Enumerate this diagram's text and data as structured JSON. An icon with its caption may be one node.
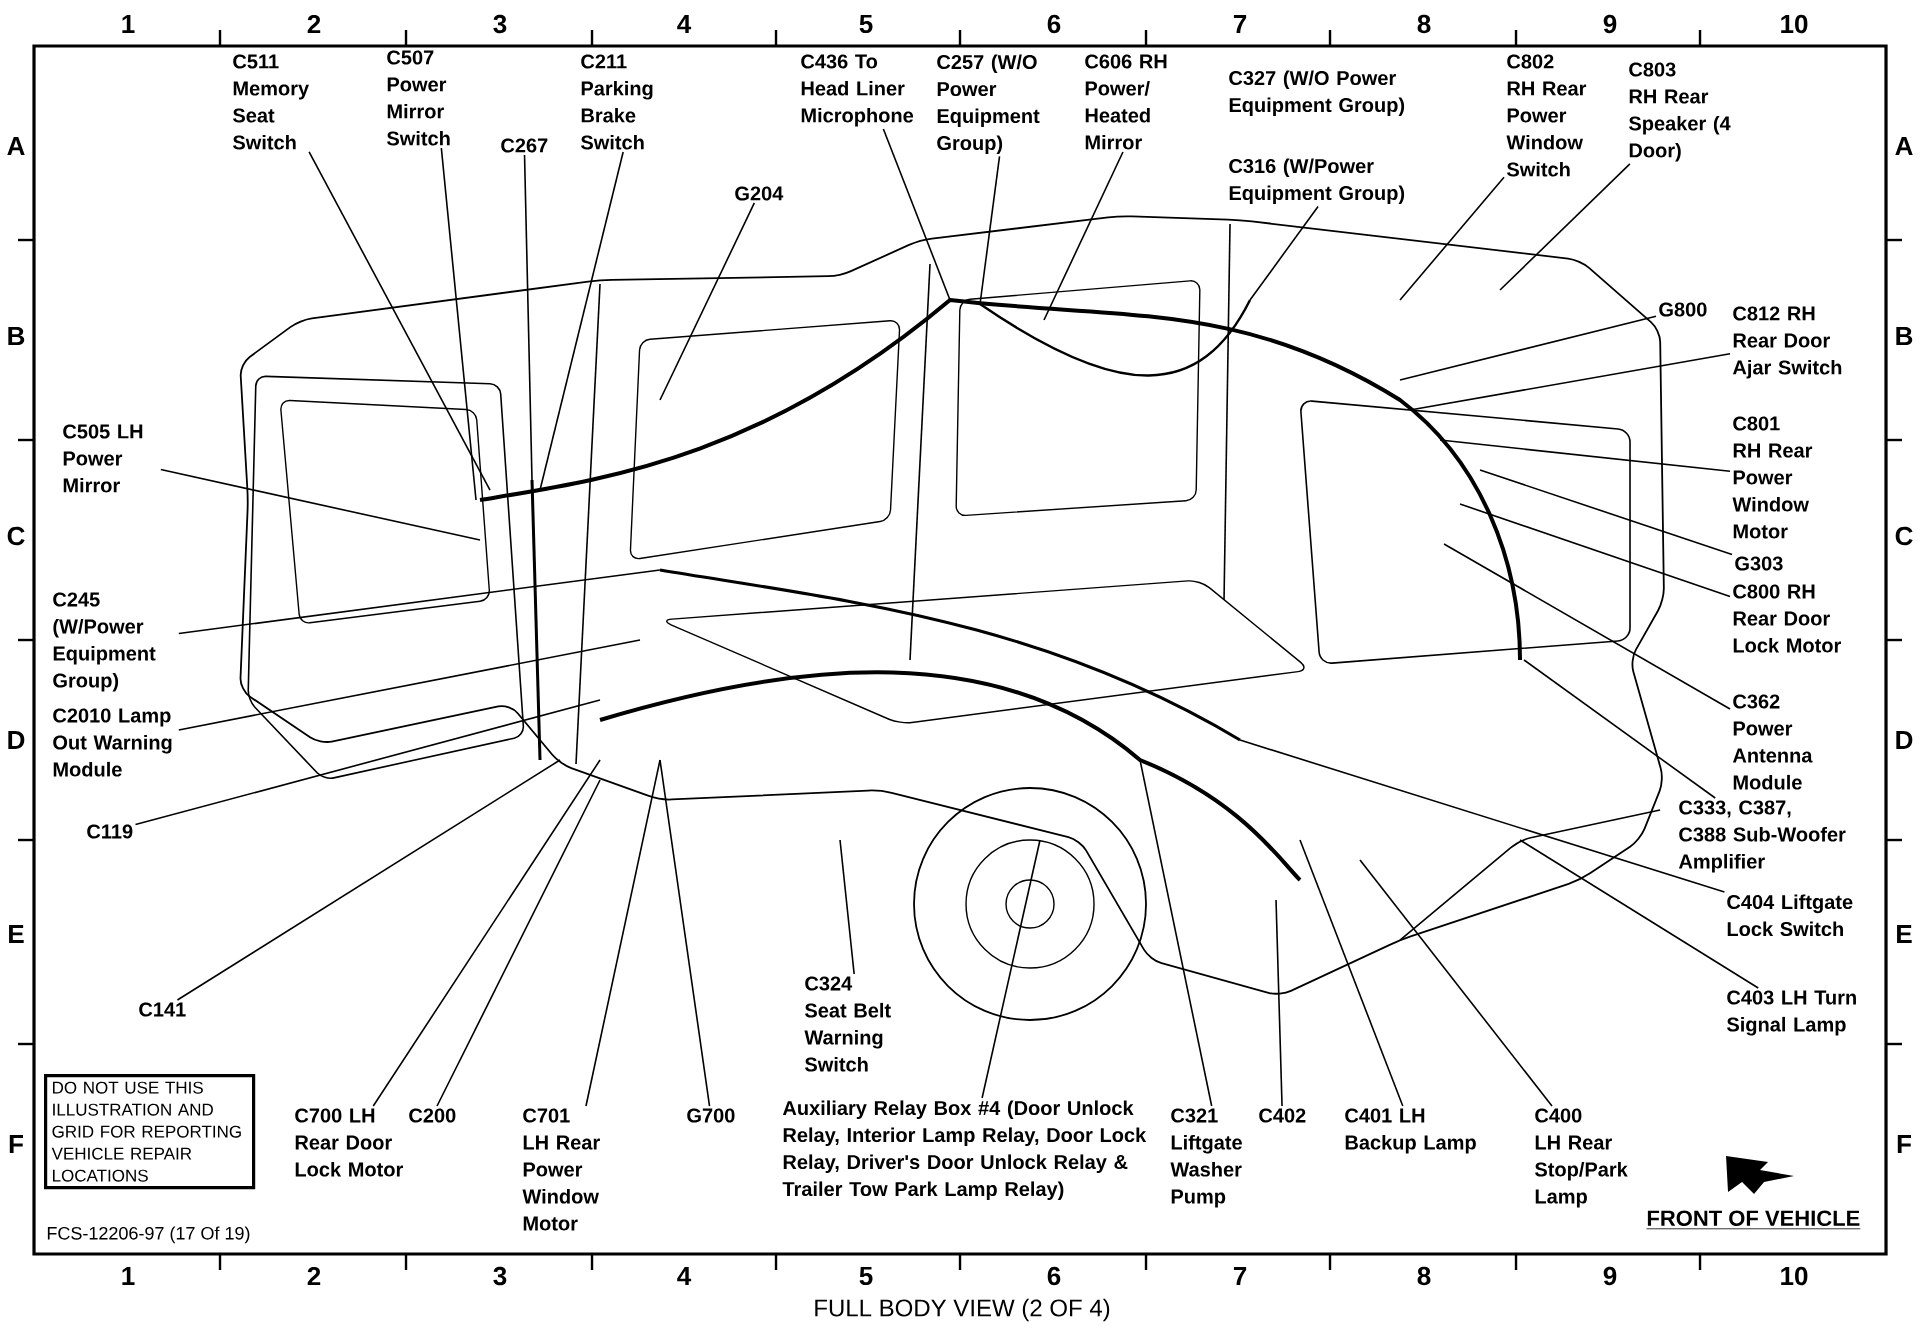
{
  "diagram": {
    "caption": "FULL BODY VIEW (2 OF 4)",
    "nodes": [
      {
        "text": [
          "C511 Memory Seat Switch"
        ]
      },
      {
        "text": [
          "C507 Power Mirror Switch"
        ]
      },
      {
        "text": [
          "C267"
        ]
      },
      {
        "text": [
          "C211 Parking Brake Switch"
        ]
      },
      {
        "text": [
          "G204"
        ]
      },
      {
        "text": [
          "C436 To Head Liner Microphone"
        ]
      },
      {
        "text": [
          "C257 (W/O Power Equipment Group)"
        ]
      },
      {
        "text": [
          "C606 RH Power/ Heated Mirror"
        ]
      },
      {
        "text": [
          "C327 (W/O Power Equipment Group)"
        ]
      },
      {
        "text": [
          "C316 (W/Power Equipment Group)"
        ]
      },
      {
        "text": [
          "C802 RH Rear Power Window Switch"
        ]
      },
      {
        "text": [
          "C803 RH Rear Speaker (4 Door)"
        ]
      },
      {
        "text": [
          "G800"
        ]
      },
      {
        "text": [
          "C812 RH Rear Door Ajar Switch"
        ]
      },
      {
        "text": [
          "C801 RH Rear Power Window Motor"
        ]
      },
      {
        "text": [
          "G303"
        ]
      },
      {
        "text": [
          "C800 RH Rear Door Lock Motor"
        ]
      },
      {
        "text": [
          "C362 Power Antenna Module"
        ]
      },
      {
        "text": [
          "C333, C387, C388 Sub-Woofer Amplifier"
        ]
      },
      {
        "text": [
          "C404 Liftgate Lock Switch"
        ]
      },
      {
        "text": [
          "C403 LH Turn Signal Lamp"
        ]
      },
      {
        "text": [
          "C505 LH Power Mirror"
        ]
      },
      {
        "text": [
          "C245 (W/Power Equipment Group)"
        ]
      },
      {
        "text": [
          "C2010 Lamp Out Warning Module"
        ]
      },
      {
        "text": [
          "C119"
        ]
      },
      {
        "text": [
          "C141"
        ]
      },
      {
        "text": [
          "DO NOT USE THIS ILLUSTRATION AND GRID FOR REPORTING VEHICLE REPAIR LOCATIONS"
        ]
      },
      {
        "text": [
          "C700 LH Rear Door Lock Motor"
        ]
      },
      {
        "text": [
          "C200"
        ]
      },
      {
        "text": [
          "C701 LH Rear Power Window Motor"
        ]
      },
      {
        "text": [
          "G700"
        ]
      },
      {
        "text": [
          "C324 Seat Belt Warning Switch"
        ]
      },
      {
        "text": [
          "Auxiliary Relay Box #4 (Door Unlock Relay, Interior Lamp Relay, Door Lock Relay, Driver's Door Unlock Relay & Trailer Tow Park Lamp Relay)"
        ]
      },
      {
        "text": [
          "C321 Liftgate Washer Pump"
        ]
      },
      {
        "text": [
          "C402"
        ]
      },
      {
        "text": [
          "C401 LH Backup Lamp"
        ]
      },
      {
        "text": [
          "C400 LH Rear Stop/Park Lamp"
        ]
      }
    ],
    "edges": [
      {
        "from": 0,
        "to": null,
        "arrow": "none"
      },
      {
        "from": 1,
        "to": null,
        "arrow": "none"
      },
      {
        "from": 2,
        "to": null,
        "arrow": "none"
      },
      {
        "from": 3,
        "to": null,
        "arrow": "none"
      },
      {
        "from": 4,
        "to": null,
        "arrow": "none"
      },
      {
        "from": 5,
        "to": null,
        "arrow": "none"
      },
      {
        "from": 6,
        "to": null,
        "arrow": "none"
      },
      {
        "from": 7,
        "to": null,
        "arrow": "none"
      },
      {
        "from": 9,
        "to": null,
        "arrow": "none"
      },
      {
        "from": 10,
        "to": null,
        "arrow": "none"
      },
      {
        "from": 11,
        "to": null,
        "arrow": "none"
      },
      {
        "from": 12,
        "to": null,
        "arrow": "none"
      },
      {
        "from": 13,
        "to": null,
        "arrow": "none"
      },
      {
        "from": 14,
        "to": null,
        "arrow": "none"
      },
      {
        "from": 15,
        "to": null,
        "arrow": "none"
      },
      {
        "from": 16,
        "to": null,
        "arrow": "none"
      },
      {
        "from": 17,
        "to": null,
        "arrow": "none"
      },
      {
        "from": 18,
        "to": null,
        "arrow": "none"
      },
      {
        "from": 19,
        "to": null,
        "arrow": "none"
      },
      {
        "from": 20,
        "to": null,
        "arrow": "none"
      },
      {
        "from": 21,
        "to": null,
        "arrow": "none"
      },
      {
        "from": 22,
        "to": null,
        "arrow": "none"
      },
      {
        "from": 23,
        "to": null,
        "arrow": "none"
      },
      {
        "from": 24,
        "to": null,
        "arrow": "none"
      },
      {
        "from": 25,
        "to": null,
        "arrow": "none"
      },
      {
        "from": 27,
        "to": null,
        "arrow": "none"
      },
      {
        "from": 28,
        "to": null,
        "arrow": "none"
      },
      {
        "from": 29,
        "to": null,
        "arrow": "none"
      },
      {
        "from": 30,
        "to": null,
        "arrow": "none"
      },
      {
        "from": 31,
        "to": null,
        "arrow": "none"
      },
      {
        "from": 32,
        "to": null,
        "arrow": "none"
      },
      {
        "from": 33,
        "to": null,
        "arrow": "none"
      },
      {
        "from": 34,
        "to": null,
        "arrow": "none"
      },
      {
        "from": 35,
        "to": null,
        "arrow": "none"
      },
      {
        "from": 36,
        "to": null,
        "arrow": "none"
      }
    ],
    "labels": [
      "1",
      "2",
      "3",
      "4",
      "5",
      "6",
      "7",
      "8",
      "9",
      "10",
      "A",
      "B",
      "C",
      "D",
      "E",
      "F",
      "A",
      "B",
      "C",
      "D",
      "E",
      "F",
      "1",
      "2",
      "3",
      "4",
      "5",
      "6",
      "7",
      "8",
      "9",
      "10",
      "FRONT OF VEHICLE",
      "FCS-12206-97 (17 Of 19)"
    ]
  }
}
